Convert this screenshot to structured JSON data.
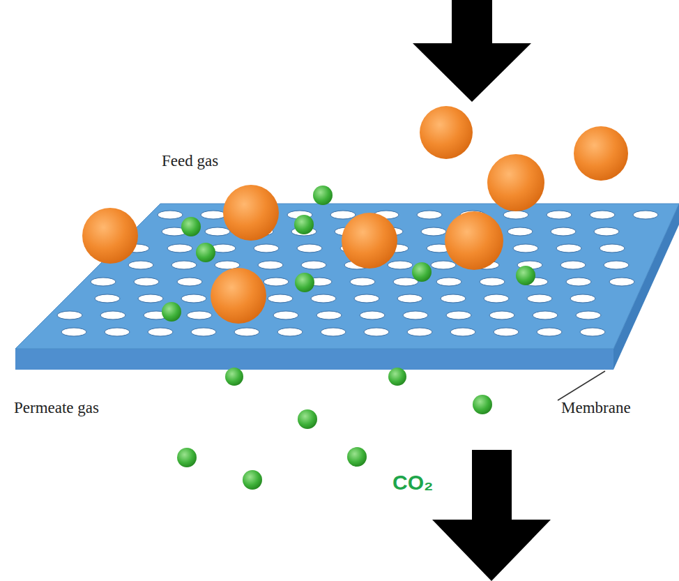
{
  "diagram": {
    "labels": [
      "Feed gas",
      "Permeate gas",
      "Membrane",
      "CO₂"
    ]
  }
}
